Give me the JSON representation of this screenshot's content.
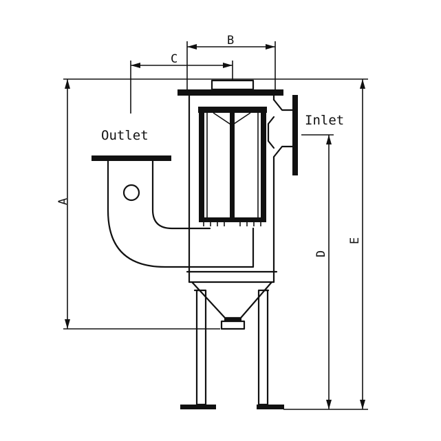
{
  "labels": {
    "outlet": "Outlet",
    "inlet": "Inlet"
  },
  "dimensions": {
    "a": "A",
    "b": "B",
    "c": "C",
    "d": "D",
    "e": "E"
  }
}
